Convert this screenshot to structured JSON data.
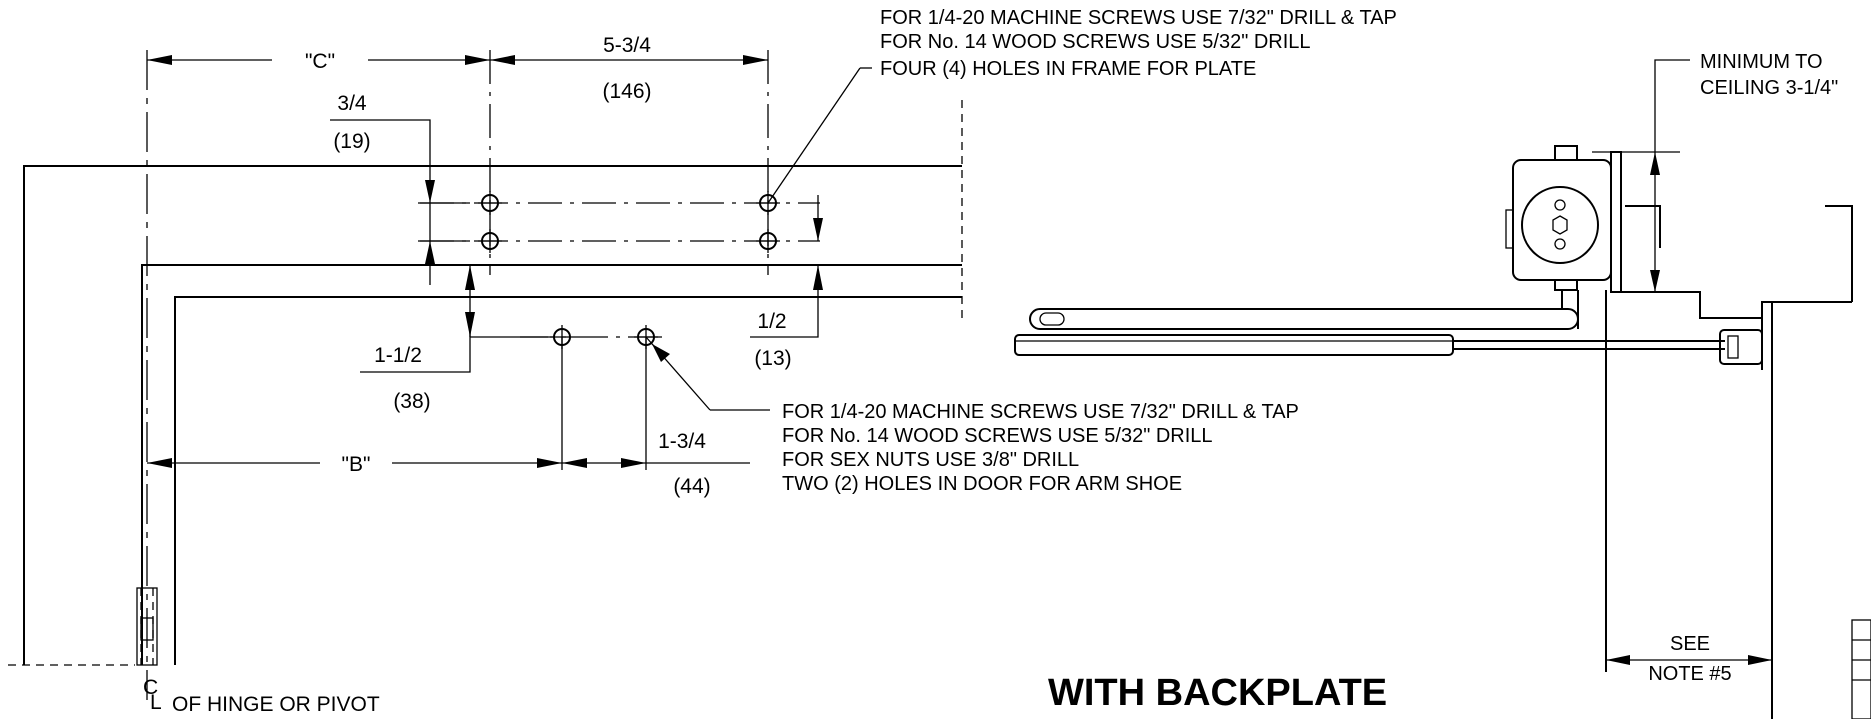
{
  "title": "WITH BACKPLATE",
  "dimensions": {
    "c_label": "\"C\"",
    "b_label": "\"B\"",
    "d_5_3_4": "5-3/4",
    "d_146": "(146)",
    "d_3_4": "3/4",
    "d_19": "(19)",
    "d_1_1_2": "1-1/2",
    "d_38": "(38)",
    "d_1_2": "1/2",
    "d_13": "(13)",
    "d_1_3_4": "1-3/4",
    "d_44": "(44)"
  },
  "frame_note": [
    "FOR 1/4-20 MACHINE SCREWS USE 7/32\" DRILL & TAP",
    "FOR No. 14 WOOD SCREWS USE 5/32\" DRILL",
    "FOUR (4) HOLES IN FRAME FOR PLATE"
  ],
  "door_note": [
    "FOR 1/4-20 MACHINE SCREWS USE 7/32\" DRILL & TAP",
    "FOR No. 14 WOOD SCREWS USE 5/32\" DRILL",
    "FOR SEX NUTS USE 3/8\" DRILL",
    "TWO (2) HOLES IN DOOR FOR ARM SHOE"
  ],
  "ceiling_note": [
    "MINIMUM TO",
    "CEILING 3-1/4\""
  ],
  "see_note": [
    "SEE",
    "NOTE #5"
  ],
  "hinge_label": {
    "c": "C",
    "l": "L",
    "text": "OF HINGE OR PIVOT"
  }
}
